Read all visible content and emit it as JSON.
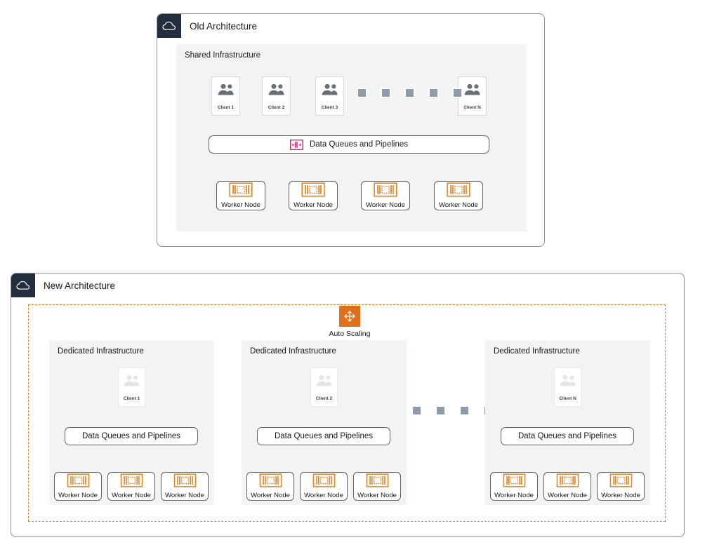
{
  "diagram": {
    "type": "architecture-diagram",
    "sections": [
      {
        "id": "old",
        "title": "Old Architecture",
        "cloud_icon": "cloud-icon",
        "panel_label": "Shared Infrastructure",
        "clients": [
          {
            "label": "Client 1",
            "icon": "users-icon"
          },
          {
            "label": "Client 2",
            "icon": "users-icon"
          },
          {
            "label": "Client 3",
            "icon": "users-icon"
          },
          {
            "label": "Client N",
            "icon": "users-icon"
          }
        ],
        "ellipsis_count": 5,
        "pipeline": {
          "label": "Data Queues and Pipelines",
          "icon": "queue-icon"
        },
        "workers": [
          {
            "label": "Worker Node",
            "icon": "compute-chip-icon"
          },
          {
            "label": "Worker Node",
            "icon": "compute-chip-icon"
          },
          {
            "label": "Worker Node",
            "icon": "compute-chip-icon"
          },
          {
            "label": "Worker Node",
            "icon": "compute-chip-icon"
          }
        ]
      },
      {
        "id": "new",
        "title": "New Architecture",
        "cloud_icon": "cloud-icon",
        "autoscaling": {
          "label": "Auto Scaling",
          "icon": "auto-scaling-icon"
        },
        "ellipsis_count": 4,
        "groups": [
          {
            "panel_label": "Dedicated Infrastructure",
            "client": {
              "label": "Client 1",
              "icon": "users-icon"
            },
            "pipeline": {
              "label": "Data Queues and Pipelines"
            },
            "workers": [
              {
                "label": "Worker Node",
                "icon": "compute-chip-icon"
              },
              {
                "label": "Worker Node",
                "icon": "compute-chip-icon"
              },
              {
                "label": "Worker Node",
                "icon": "compute-chip-icon"
              }
            ]
          },
          {
            "panel_label": "Dedicated Infrastructure",
            "client": {
              "label": "Client 2",
              "icon": "users-icon"
            },
            "pipeline": {
              "label": "Data Queues and Pipelines"
            },
            "workers": [
              {
                "label": "Worker Node",
                "icon": "compute-chip-icon"
              },
              {
                "label": "Worker Node",
                "icon": "compute-chip-icon"
              },
              {
                "label": "Worker Node",
                "icon": "compute-chip-icon"
              }
            ]
          },
          {
            "panel_label": "Dedicated Infrastructure",
            "client": {
              "label": "Client N",
              "icon": "users-icon"
            },
            "pipeline": {
              "label": "Data Queues and Pipelines"
            },
            "workers": [
              {
                "label": "Worker Node",
                "icon": "compute-chip-icon"
              },
              {
                "label": "Worker Node",
                "icon": "compute-chip-icon"
              },
              {
                "label": "Worker Node",
                "icon": "compute-chip-icon"
              }
            ]
          }
        ]
      }
    ],
    "colors": {
      "header_navy": "#232f3e",
      "panel_gray": "#f2f3f3",
      "frame_border": "#879196",
      "queue_pink": "#e7157b",
      "compute_orange": "#e8821e",
      "autoscaling_orange": "#e0701a",
      "ellipsis_gray": "#919cab",
      "arrow_gray": "#545b64"
    }
  }
}
